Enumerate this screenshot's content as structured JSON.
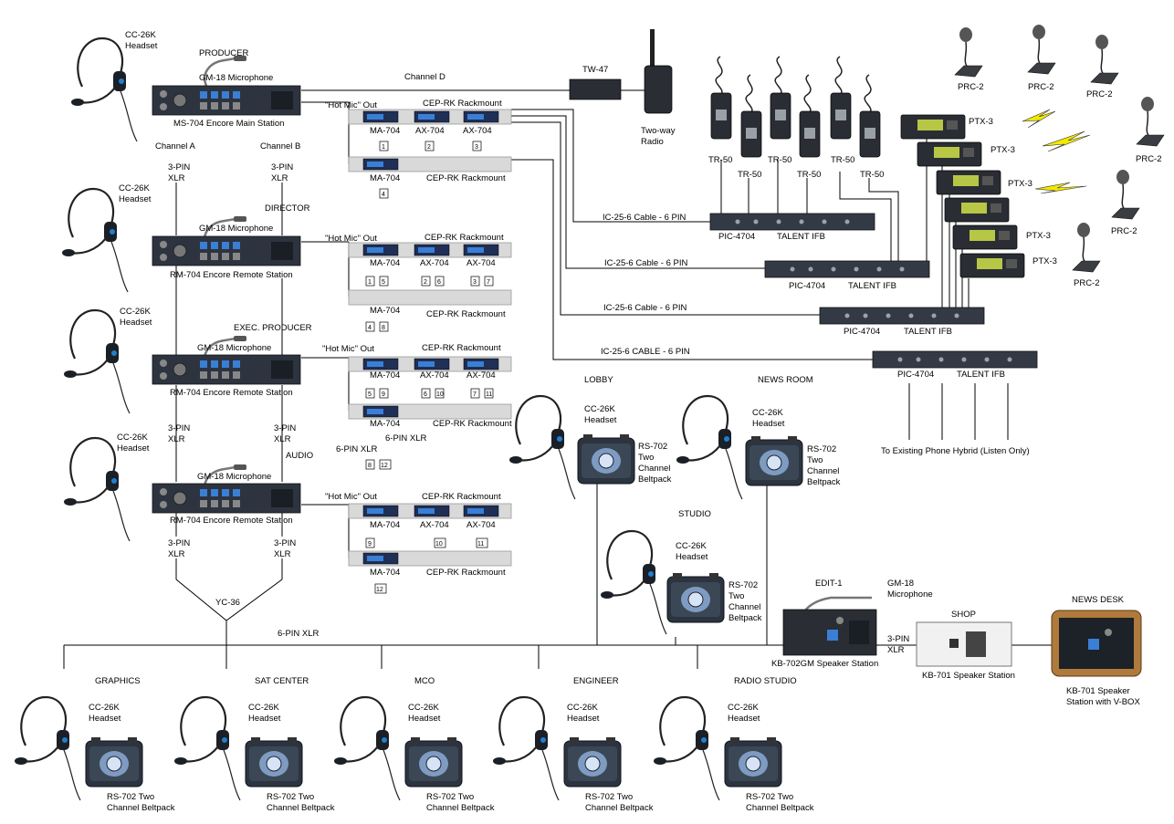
{
  "producer": {
    "title": "PRODUCER",
    "headset": "CC-26K\nHeadset",
    "mic": "GM-18 Microphone",
    "station": "MS-704 Encore Main Station",
    "channel_a": "Channel A",
    "channel_b": "Channel B",
    "channel_d": "Channel D",
    "xlr_a": "3-PIN\nXLR",
    "xlr_b": "3-PIN\nXLR",
    "hot_mic": "\"Hot Mic\" Out",
    "rack1": "CEP-RK Rackmount",
    "rack2": "CEP-RK Rackmount",
    "units": [
      "MA-704",
      "AX-704",
      "AX-704"
    ],
    "unit2": "MA-704",
    "nums": [
      "1",
      "2",
      "3"
    ],
    "num2": "4"
  },
  "director": {
    "title": "DIRECTOR",
    "headset": "CC-26K\nHeadset",
    "mic": "GM-18 Microphone",
    "station": "RM-704 Encore Remote Station",
    "hot_mic": "\"Hot Mic\" Out",
    "rack1": "CEP-RK Rackmount",
    "rack2": "CEP-RK Rackmount",
    "units": [
      "MA-704",
      "AX-704",
      "AX-704"
    ],
    "unit2": "MA-704",
    "nums": [
      "1",
      "5",
      "2",
      "6",
      "3",
      "7"
    ],
    "num2": [
      "4",
      "8"
    ]
  },
  "exec": {
    "title": "EXEC. PRODUCER",
    "headset": "CC-26K\nHeadset",
    "mic": "GM-18 Microphone",
    "station": "RM-704 Encore Remote Station",
    "hot_mic": "\"Hot Mic\" Out",
    "rack1": "CEP-RK Rackmount",
    "rack2": "CEP-RK Rackmount",
    "units": [
      "MA-704",
      "AX-704",
      "AX-704"
    ],
    "unit2": "MA-704",
    "nums": [
      "5",
      "9",
      "6",
      "10",
      "7",
      "11"
    ],
    "num2": [
      "8",
      "12"
    ],
    "xlr6a": "6-PIN XLR",
    "xlr6b": "6-PIN XLR",
    "xlr_a": "3-PIN\nXLR",
    "xlr_b": "3-PIN\nXLR"
  },
  "audio": {
    "title": "AUDIO",
    "headset": "CC-26K\nHeadset",
    "mic": "GM-18 Microphone",
    "station": "RM-704 Encore Remote Station",
    "hot_mic": "\"Hot Mic\" Out",
    "rack1": "CEP-RK Rackmount",
    "rack2": "CEP-RK Rackmount",
    "units": [
      "MA-704",
      "AX-704",
      "AX-704"
    ],
    "unit2": "MA-704",
    "nums": [
      "9",
      "10",
      "11"
    ],
    "num2": "12",
    "xlr_a": "3-PIN\nXLR",
    "xlr_b": "3-PIN\nXLR"
  },
  "yc": "YC-36",
  "bus": "6-PIN XLR",
  "tw47": "TW-47",
  "radio": "Two-way\nRadio",
  "tr50": [
    "TR-50",
    "TR-50",
    "TR-50",
    "TR-50",
    "TR-50",
    "TR-50"
  ],
  "cables": [
    "IC-25-6 Cable - 6 PIN",
    "IC-25-6 Cable - 6 PIN",
    "IC-25-6 Cable - 6 PIN",
    "IC-25-6 CABLE - 6 PIN"
  ],
  "pic": {
    "name": "PIC-4704",
    "ifb": "TALENT IFB"
  },
  "ptx": [
    "PTX-3",
    "PTX-3",
    "PTX-3",
    "PTX-3",
    "PTX-3"
  ],
  "prc": [
    "PRC-2",
    "PRC-2",
    "PRC-2",
    "PRC-2",
    "PRC-2",
    "PRC-2"
  ],
  "hybrid": "To Existing Phone Hybrid (Listen Only)",
  "lobby": {
    "title": "LOBBY",
    "headset": "CC-26K\nHeadset",
    "bp": "RS-702\nTwo\nChannel\nBeltpack"
  },
  "newsroom": {
    "title": "NEWS ROOM",
    "headset": "CC-26K\nHeadset",
    "bp": "RS-702\nTwo\nChannel\nBeltpack"
  },
  "studio": {
    "title": "STUDIO",
    "headset": "CC-26K\nHeadset",
    "bp": "RS-702\nTwo\nChannel\nBeltpack"
  },
  "edit": {
    "title": "EDIT-1",
    "mic": "GM-18\nMicrophone",
    "station": "KB-702GM Speaker Station",
    "xlr": "3-PIN\nXLR"
  },
  "shop": {
    "title": "SHOP",
    "station": "KB-701 Speaker Station"
  },
  "newsdesk": {
    "title": "NEWS DESK",
    "station": "KB-701 Speaker\nStation with V-BOX"
  },
  "bottom": [
    {
      "title": "GRAPHICS",
      "headset": "CC-26K\nHeadset",
      "bp": "RS-702 Two\nChannel Beltpack"
    },
    {
      "title": "SAT CENTER",
      "headset": "CC-26K\nHeadset",
      "bp": "RS-702 Two\nChannel Beltpack"
    },
    {
      "title": "MCO",
      "headset": "CC-26K\nHeadset",
      "bp": "RS-702 Two\nChannel Beltpack"
    },
    {
      "title": "ENGINEER",
      "headset": "CC-26K\nHeadset",
      "bp": "RS-702 Two\nChannel Beltpack"
    },
    {
      "title": "RADIO STUDIO",
      "headset": "CC-26K\nHeadset",
      "bp": "RS-702 Two\nChannel Beltpack"
    }
  ]
}
